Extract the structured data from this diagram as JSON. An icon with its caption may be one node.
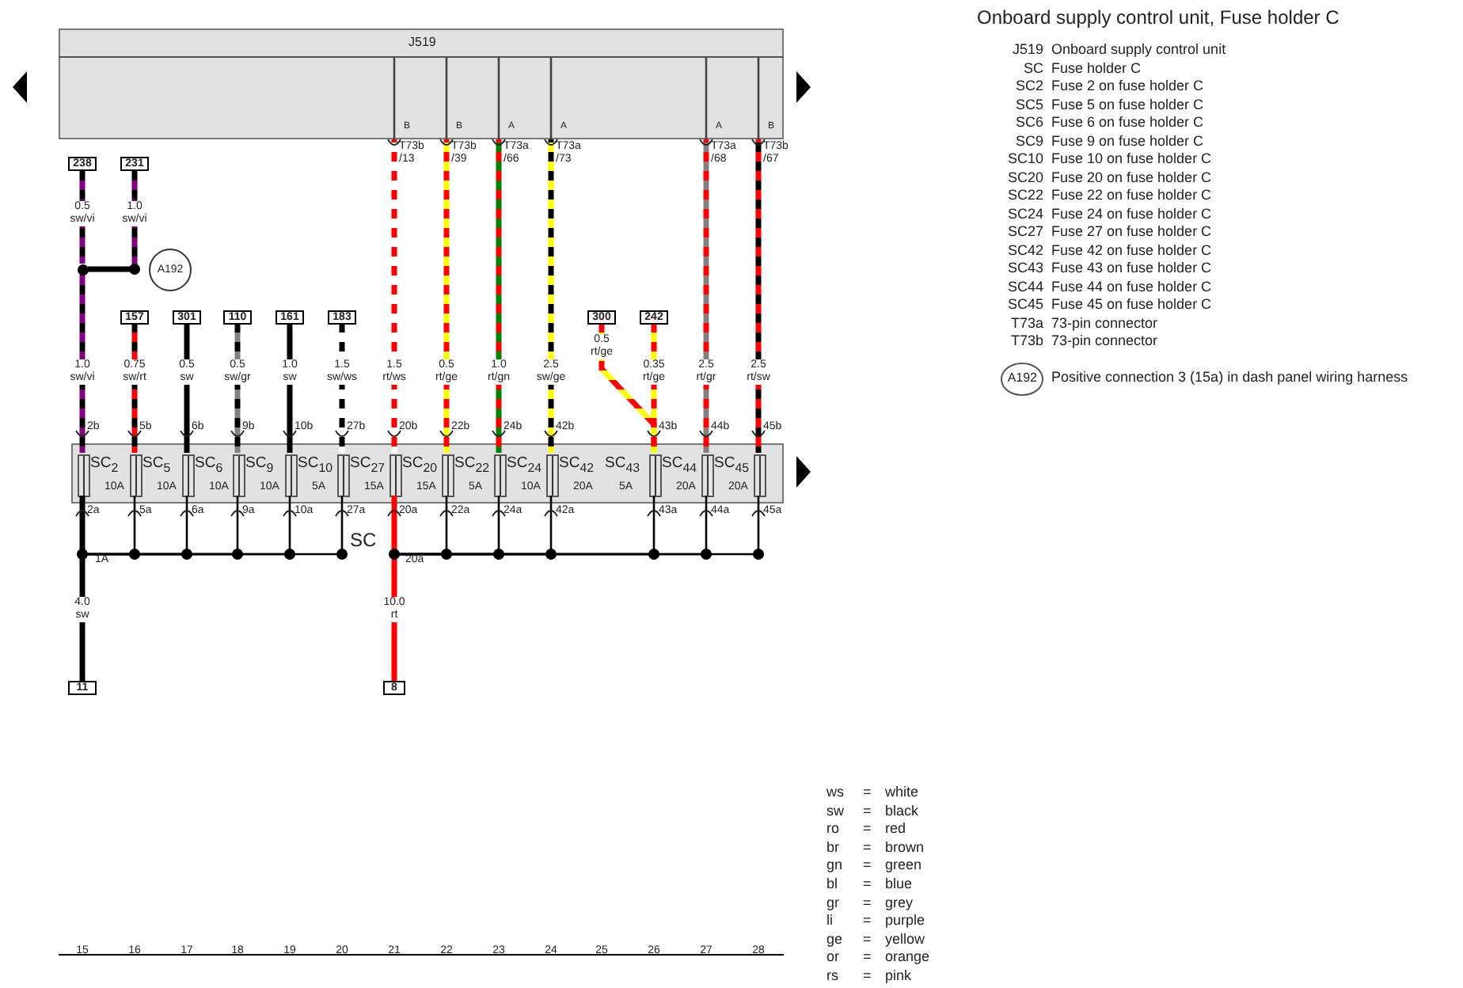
{
  "diagram": {
    "title": "Onboard supply control unit, Fuse holder C",
    "nodes": [
      {
        "text": [
          "J519"
        ]
      },
      {
        "text": [
          "SC"
        ]
      },
      {
        "text": [],
        "shape": "box",
        "in": 1
      },
      {
        "text": [],
        "shape": "box",
        "in": 1
      },
      {
        "text": [],
        "shape": "box",
        "in": 1
      },
      {
        "text": [],
        "shape": "box",
        "in": 1
      },
      {
        "text": [],
        "shape": "box",
        "in": 1
      },
      {
        "text": [],
        "shape": "box",
        "in": 1
      },
      {
        "text": [],
        "shape": "box",
        "in": 1
      },
      {
        "text": [],
        "shape": "box",
        "in": 1
      },
      {
        "text": [],
        "shape": "box",
        "in": 1
      },
      {
        "text": [],
        "shape": "box",
        "in": 1
      },
      {
        "text": [],
        "shape": "box",
        "in": 1
      },
      {
        "text": [],
        "shape": "box",
        "in": 1
      },
      {
        "text": [],
        "shape": "box",
        "in": 1
      },
      {
        "text": [
          "238"
        ]
      },
      {
        "text": [
          "231"
        ]
      },
      {
        "text": [
          "A192"
        ]
      },
      {
        "text": [],
        "shape": "circle"
      },
      {
        "text": [
          "157"
        ]
      },
      {
        "text": [
          "301"
        ]
      },
      {
        "text": [
          "110"
        ]
      },
      {
        "text": [
          "161"
        ]
      },
      {
        "text": [
          "183"
        ]
      },
      {
        "text": [
          "300"
        ]
      },
      {
        "text": [
          "242"
        ]
      },
      {
        "text": [
          "11"
        ]
      },
      {
        "text": [
          "8"
        ]
      }
    ],
    "edges": [
      {
        "from": 15,
        "to": 18,
        "arrow": "none",
        "label": "0.5 sw/vi",
        "style": "thick"
      },
      {
        "from": 16,
        "to": 18,
        "arrow": "none",
        "label": "1.0 sw/vi",
        "style": "thick"
      },
      {
        "from": 18,
        "to": 2,
        "arrow": "none",
        "label": "1.0 sw/vi",
        "style": "thick"
      },
      {
        "from": 19,
        "to": 3,
        "arrow": "none",
        "label": "0.75 sw/rt",
        "style": "thick"
      },
      {
        "from": 20,
        "to": 4,
        "arrow": "none",
        "label": "0.5 sw",
        "style": "thick"
      },
      {
        "from": 21,
        "to": 5,
        "arrow": "none",
        "label": "0.5 sw/gr",
        "style": "thick"
      },
      {
        "from": 22,
        "to": 6,
        "arrow": "none",
        "label": "1.0 sw",
        "style": "thick"
      },
      {
        "from": 23,
        "to": 7,
        "arrow": "none",
        "label": "1.5 sw/ws",
        "style": "thick"
      },
      {
        "from": 0,
        "to": 8,
        "arrow": "none",
        "label": "1.5 rt/ws",
        "style": "thick",
        "color": "#ff0000"
      },
      {
        "from": 0,
        "to": 9,
        "arrow": "none",
        "label": "0.5 rt/ge",
        "style": "thick",
        "color": "#ff0000"
      },
      {
        "from": 0,
        "to": 10,
        "arrow": "none",
        "label": "1.0 rt/gn",
        "style": "thick",
        "color": "#ff0000"
      },
      {
        "from": 0,
        "to": 11,
        "arrow": "none",
        "label": "2.5 sw/ge",
        "style": "thick"
      },
      {
        "from": 24,
        "to": 12,
        "arrow": "none",
        "label": "0.5 rt/ge",
        "style": "thick",
        "color": "#ff0000"
      },
      {
        "from": 25,
        "to": 12,
        "arrow": "none",
        "label": "0.35 rt/ge",
        "style": "thick",
        "color": "#ff0000"
      },
      {
        "from": 0,
        "to": 13,
        "arrow": "none",
        "label": "2.5 rt/gr",
        "style": "thick",
        "color": "#ff0000"
      },
      {
        "from": 0,
        "to": 14,
        "arrow": "none",
        "label": "2.5 rt/sw",
        "style": "thick",
        "color": "#ff0000"
      },
      {
        "from": 2,
        "to": 26,
        "arrow": "none",
        "label": "4.0 sw",
        "style": "thick"
      },
      {
        "from": 3,
        "to": 26,
        "arrow": "none"
      },
      {
        "from": 4,
        "to": 26,
        "arrow": "none"
      },
      {
        "from": 5,
        "to": 26,
        "arrow": "none"
      },
      {
        "from": 6,
        "to": 26,
        "arrow": "none"
      },
      {
        "from": 7,
        "to": 26,
        "arrow": "none"
      },
      {
        "from": 8,
        "to": 27,
        "arrow": "none",
        "label": "10.0 rt",
        "style": "thick",
        "color": "#ff0000"
      },
      {
        "from": 9,
        "to": 27,
        "arrow": "none"
      },
      {
        "from": 10,
        "to": 27,
        "arrow": "none"
      },
      {
        "from": 11,
        "to": 27,
        "arrow": "none"
      },
      {
        "from": 12,
        "to": 27,
        "arrow": "none"
      },
      {
        "from": 13,
        "to": 27,
        "arrow": "none"
      },
      {
        "from": 14,
        "to": 27,
        "arrow": "none"
      }
    ],
    "labels": [
      "B",
      "B",
      "A",
      "A",
      "A",
      "B",
      "T73b /13",
      "T73b /39",
      "T73a /66",
      "T73a /73",
      "T73a /68",
      "T73b /67",
      "2b",
      "5b",
      "6b",
      "9b",
      "10b",
      "27b",
      "20b",
      "22b",
      "24b",
      "42b",
      "43b",
      "44b",
      "45b",
      "SC$_{2}$",
      "10A",
      "SC$_{5}$",
      "10A",
      "SC$_{6}$",
      "10A",
      "SC$_{9}$",
      "10A",
      "SC$_{10}$",
      "5A",
      "SC$_{27}$",
      "15A",
      "SC$_{20}$",
      "15A",
      "SC$_{22}$",
      "5A",
      "SC$_{24}$",
      "10A",
      "SC$_{42}$",
      "20A",
      "SC$_{43}$",
      "5A",
      "SC$_{44}$",
      "20A",
      "SC$_{45}$",
      "20A",
      "2a",
      "5a",
      "6a",
      "9a",
      "10a",
      "27a",
      "20a",
      "22a",
      "24a",
      "42a",
      "43a",
      "44a",
      "45a",
      "1A",
      "20a",
      "15",
      "16",
      "17",
      "18",
      "19",
      "20",
      "21",
      "22",
      "23",
      "24",
      "25",
      "26",
      "27",
      "28",
      "J519",
      "Onboard supply control unit",
      "SC",
      "Fuse holder C",
      "SC2",
      "Fuse 2 on fuse holder C",
      "SC5",
      "Fuse 5 on fuse holder C",
      "SC6",
      "Fuse 6 on fuse holder C",
      "SC9",
      "Fuse 9 on fuse holder C",
      "SC10",
      "Fuse 10 on fuse holder C",
      "SC20",
      "Fuse 20 on fuse holder C",
      "SC22",
      "Fuse 22 on fuse holder C",
      "SC24",
      "Fuse 24 on fuse holder C",
      "SC27",
      "Fuse 27 on fuse holder C",
      "SC42",
      "Fuse 42 on fuse holder C",
      "SC43",
      "Fuse 43 on fuse holder C",
      "SC44",
      "Fuse 44 on fuse holder C",
      "SC45",
      "Fuse 45 on fuse holder C",
      "T73a",
      "73-pin connector",
      "T73b",
      "73-pin connector",
      "A192",
      "Positive connection 3 (15a) in dash panel wiring harness",
      "ws",
      "=",
      "white",
      "sw",
      "=",
      "black",
      "ro",
      "=",
      "red",
      "br",
      "=",
      "brown",
      "gn",
      "=",
      "green",
      "bl",
      "=",
      "blue",
      "gr",
      "=",
      "grey",
      "li",
      "=",
      "purple",
      "ge",
      "=",
      "yellow",
      "or",
      "=",
      "orange",
      "rs",
      "=",
      "pink"
    ]
  }
}
